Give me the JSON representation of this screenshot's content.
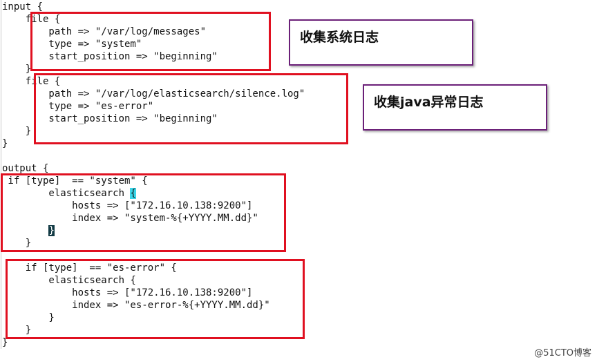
{
  "code_lines": [
    "input {",
    "    file {",
    "        path => \"/var/log/messages\"",
    "        type => \"system\"",
    "        start_position => \"beginning\"",
    "    }",
    "    file {",
    "        path => \"/var/log/elasticsearch/silence.log\"",
    "        type => \"es-error\"",
    "        start_position => \"beginning\"",
    "    }",
    "}",
    "",
    "output {",
    " if [type]  == \"system\" {",
    "        elasticsearch ",
    "            hosts => [\"172.16.10.138:9200\"]",
    "            index => \"system-%{+YYYY.MM.dd}\"",
    "        ",
    "    }",
    "",
    "    if [type]  == \"es-error\" {",
    "        elasticsearch {",
    "            hosts => [\"172.16.10.138:9200\"]",
    "            index => \"es-error-%{+YYYY.MM.dd}\"",
    "        }",
    "    }",
    "}"
  ],
  "cursor_open_brace": "{",
  "cursor_close_brace": "}",
  "annotations": {
    "note1": "收集系统日志",
    "note2": "收集java异常日志"
  },
  "colors": {
    "highlight_box": "#e01020",
    "note_border": "#6b1f78",
    "bracket_match": "#39d5e8"
  },
  "watermark": "@51CTO博客"
}
